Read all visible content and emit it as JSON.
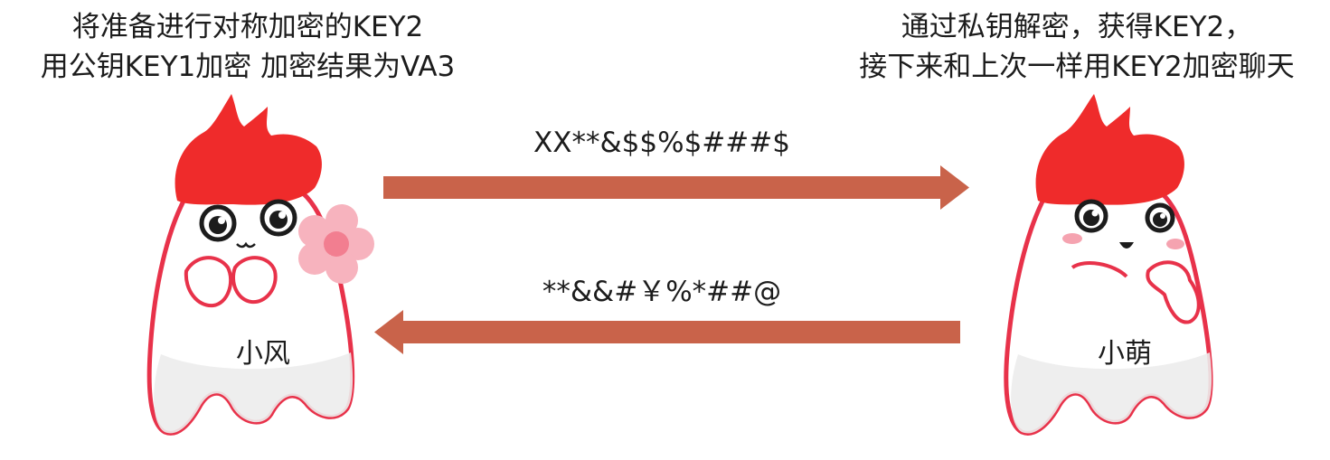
{
  "left_caption": {
    "line1": "将准备进行对称加密的KEY2",
    "line2": "用公钥KEY1加密 加密结果为VA3"
  },
  "right_caption": {
    "line1": "通过私钥解密，获得KEY2，",
    "line2": "接下来和上次一样用KEY2加密聊天"
  },
  "messages": {
    "to_right": "XX**&$$%$###$",
    "to_left": "**&&#￥%*##@"
  },
  "characters": {
    "left_name": "小风",
    "right_name": "小萌"
  },
  "colors": {
    "arrow": "#c9634a",
    "flame": "#ef2b2b",
    "outline": "#e8324a",
    "flower": "#f7b3be",
    "flower_center": "#f27e90",
    "blush": "#f5a3b0",
    "body_shade": "#eeeeee"
  }
}
